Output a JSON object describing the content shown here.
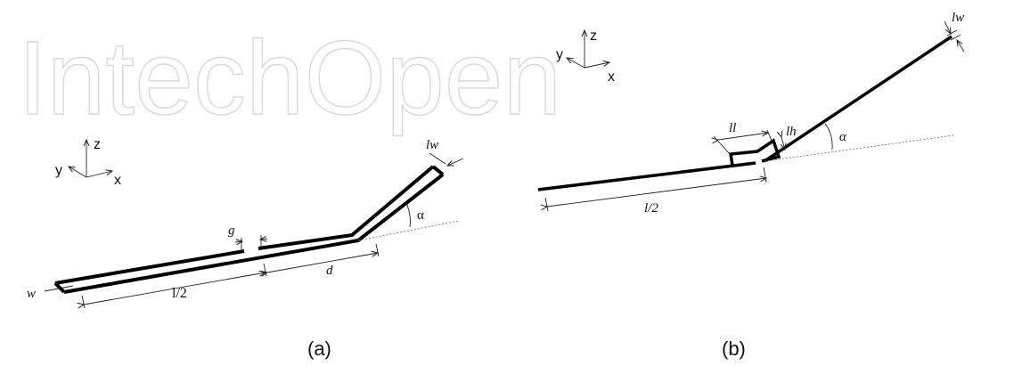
{
  "watermark": "IntechOpen",
  "panel_a": {
    "caption": "(a)",
    "axes": {
      "z": "z",
      "y": "y",
      "x": "x"
    },
    "labels": {
      "lw": "lw",
      "g": "g",
      "d": "d",
      "half_l": "l/2",
      "w": "w",
      "alpha": "α"
    }
  },
  "panel_b": {
    "caption": "(b)",
    "axes": {
      "z": "z",
      "y": "y",
      "x": "x"
    },
    "labels": {
      "lw": "lw",
      "ll": "ll",
      "lh": "lh",
      "half_l": "l/2",
      "alpha": "α"
    }
  }
}
